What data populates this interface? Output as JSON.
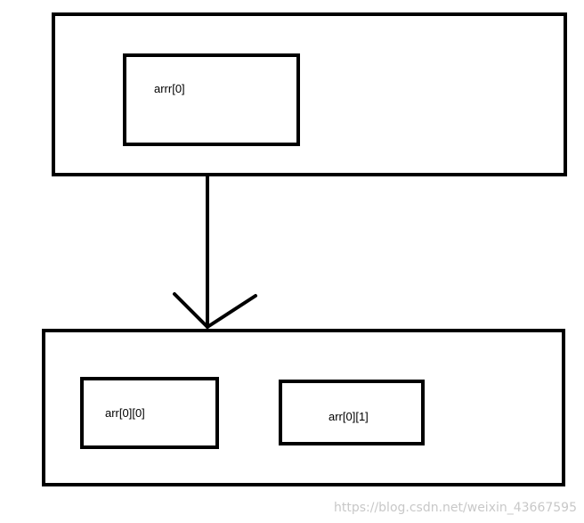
{
  "diagram": {
    "outer_top": {
      "inner_label": "arrr[0]"
    },
    "outer_bottom": {
      "left_label": "arr[0][0]",
      "right_label": "arr[0][1]"
    }
  },
  "watermark": {
    "text": "https://blog.csdn.net/weixin_43667595"
  },
  "colors": {
    "stroke": "#000000",
    "background": "#ffffff",
    "watermark": "#c8c8c8"
  }
}
